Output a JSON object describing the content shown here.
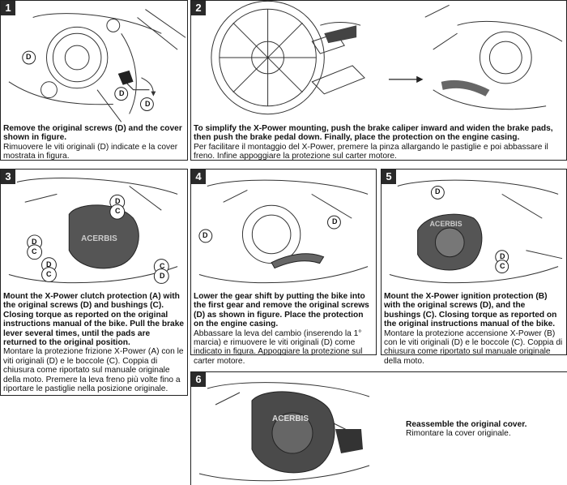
{
  "steps": [
    {
      "num": "1",
      "labels": [
        "D",
        "D",
        "D"
      ],
      "en": "Remove the original screws (D) and the cover shown in figure.",
      "it": "Rimuovere le viti originali (D) indicate e la cover mostrata in figura."
    },
    {
      "num": "2",
      "en": "To simplify the X-Power mounting, push the brake caliper inward and widen the brake pads, then push the brake pedal down. Finally, place the protection on the engine casing.",
      "it": "Per facilitare il montaggio del X-Power, premere la pinza allargando le pastiglie e poi abbassare il freno. Infine appoggiare la protezione sul carter motore."
    },
    {
      "num": "3",
      "labels": [
        "D",
        "C",
        "D",
        "C",
        "D",
        "C",
        "C",
        "D"
      ],
      "en": "Mount the X-Power clutch protection (A) with the original screws (D) and bushings (C). Closing torque as reported on the original instructions manual of the bike. Pull the brake lever several times, until the pads are returned to the original position.",
      "it": "Montare la protezione frizione X-Power (A) con le viti originali (D) e le boccole (C). Coppia di chiusura come riportato sul manuale originale della moto. Premere la leva freno più volte fino a riportare le pastiglie nella posizione originale."
    },
    {
      "num": "4",
      "labels": [
        "D",
        "D"
      ],
      "en": "Lower the gear shift by putting the bike into the first gear and remove the original screws (D) as shown in figure. Place the protection on the engine casing.",
      "it": "Abbassare la leva del cambio (inserendo la 1° marcia) e rimuovere le viti originali (D) come indicato in figura. Appoggiare la protezione sul carter motore."
    },
    {
      "num": "5",
      "labels": [
        "D",
        "D",
        "C"
      ],
      "en": "Mount the X-Power ignition protection (B) with the original screws (D), and the bushings (C). Closing torque as reported on the original instructions manual of the bike.",
      "it": "Montare la protezione accensione X-Power (B) con le viti originali (D) e le boccole (C). Coppia di chiusura come riportato sul manuale originale della moto."
    },
    {
      "num": "6",
      "en": "Reassemble the original cover.",
      "it": "Rimontare la cover originale."
    }
  ],
  "brand": "ACERBIS",
  "colors": {
    "ink": "#222222",
    "cover": "#5a5a5a",
    "frame": "#2a2a2a"
  }
}
